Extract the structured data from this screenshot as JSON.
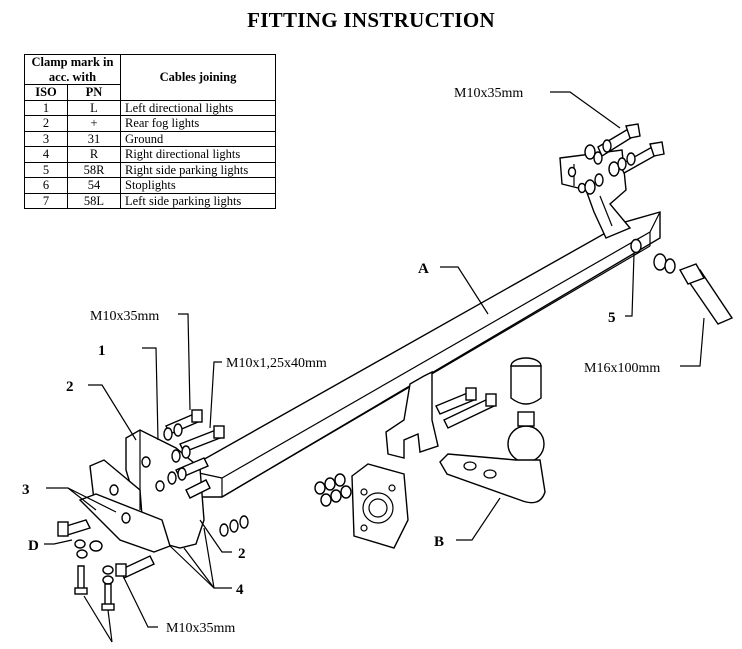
{
  "title": "FITTING INSTRUCTION",
  "table": {
    "header_clamp": "Clamp mark in acc. with",
    "header_iso": "ISO",
    "header_pn": "PN",
    "header_cables": "Cables joining",
    "rows": [
      {
        "iso": "1",
        "pn": "L",
        "cable": "Left directional lights"
      },
      {
        "iso": "2",
        "pn": "+",
        "cable": "Rear fog lights"
      },
      {
        "iso": "3",
        "pn": "31",
        "cable": "Ground"
      },
      {
        "iso": "4",
        "pn": "R",
        "cable": "Right directional lights"
      },
      {
        "iso": "5",
        "pn": "58R",
        "cable": "Right side parking lights"
      },
      {
        "iso": "6",
        "pn": "54",
        "cable": "Stoplights"
      },
      {
        "iso": "7",
        "pn": "58L",
        "cable": "Left side parking lights"
      }
    ]
  },
  "labels": {
    "bolt_top_right": "M10x35mm",
    "bolt_left_top": "M10x35mm",
    "bolt_left_fine": "M10x1,25x40mm",
    "bolt_bottom": "M10x35mm",
    "bolt_large": "M16x100mm",
    "part_a": "A",
    "part_b": "B",
    "part_d": "D",
    "num_1": "1",
    "num_2a": "2",
    "num_2b": "2",
    "num_3": "3",
    "num_4": "4",
    "num_5": "5"
  }
}
